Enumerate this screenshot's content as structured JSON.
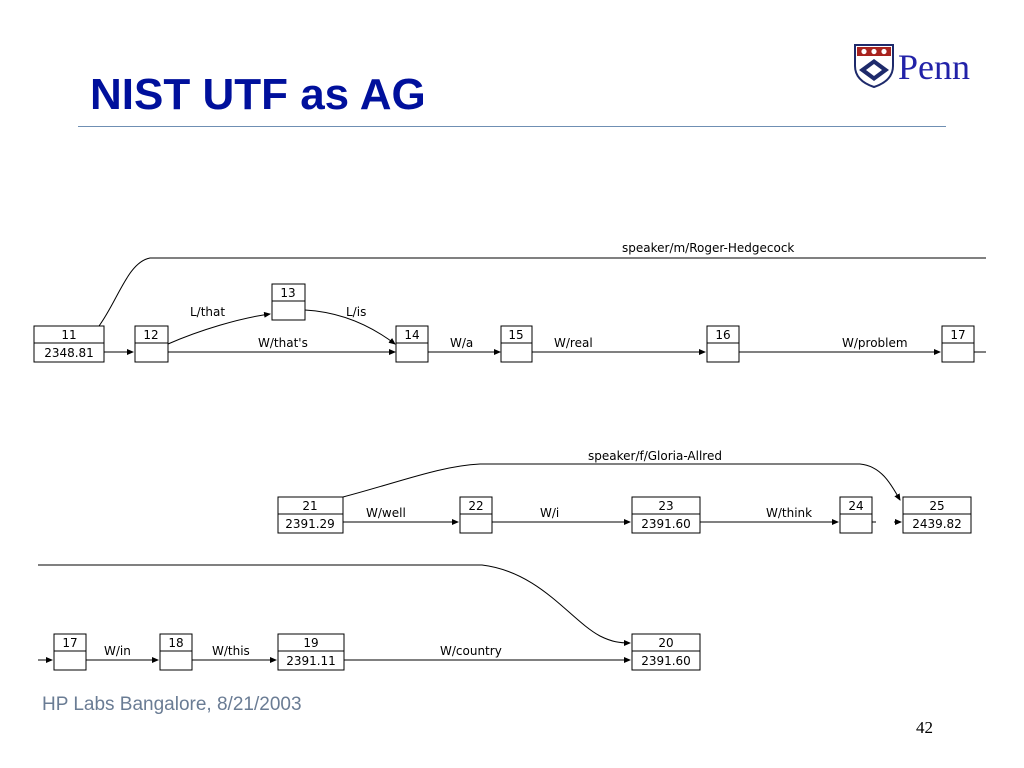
{
  "slide": {
    "title": "NIST UTF as AG",
    "logo_text": "Penn",
    "footer": "HP Labs Bangalore, 8/21/2003",
    "page_number": "42"
  },
  "diagram": {
    "speakers": [
      "speaker/m/Roger-Hedgecock",
      "speaker/f/Gloria-Allred"
    ],
    "nodes": {
      "n11": {
        "id": "11",
        "time": "2348.81"
      },
      "n12": {
        "id": "12",
        "time": ""
      },
      "n13": {
        "id": "13",
        "time": ""
      },
      "n14": {
        "id": "14",
        "time": ""
      },
      "n15": {
        "id": "15",
        "time": ""
      },
      "n16": {
        "id": "16",
        "time": ""
      },
      "n17a": {
        "id": "17",
        "time": ""
      },
      "n21": {
        "id": "21",
        "time": "2391.29"
      },
      "n22": {
        "id": "22",
        "time": ""
      },
      "n23": {
        "id": "23",
        "time": "2391.60"
      },
      "n24": {
        "id": "24",
        "time": ""
      },
      "n25": {
        "id": "25",
        "time": "2439.82"
      },
      "n17b": {
        "id": "17",
        "time": ""
      },
      "n18": {
        "id": "18",
        "time": ""
      },
      "n19": {
        "id": "19",
        "time": "2391.11"
      },
      "n20": {
        "id": "20",
        "time": "2391.60"
      }
    },
    "arcs": {
      "l_that": "L/that",
      "l_is": "L/is",
      "w_thats": "W/that's",
      "w_a": "W/a",
      "w_real": "W/real",
      "w_problem": "W/problem",
      "w_well": "W/well",
      "w_i": "W/i",
      "w_think": "W/think",
      "w_in": "W/in",
      "w_this": "W/this",
      "w_country": "W/country"
    }
  }
}
